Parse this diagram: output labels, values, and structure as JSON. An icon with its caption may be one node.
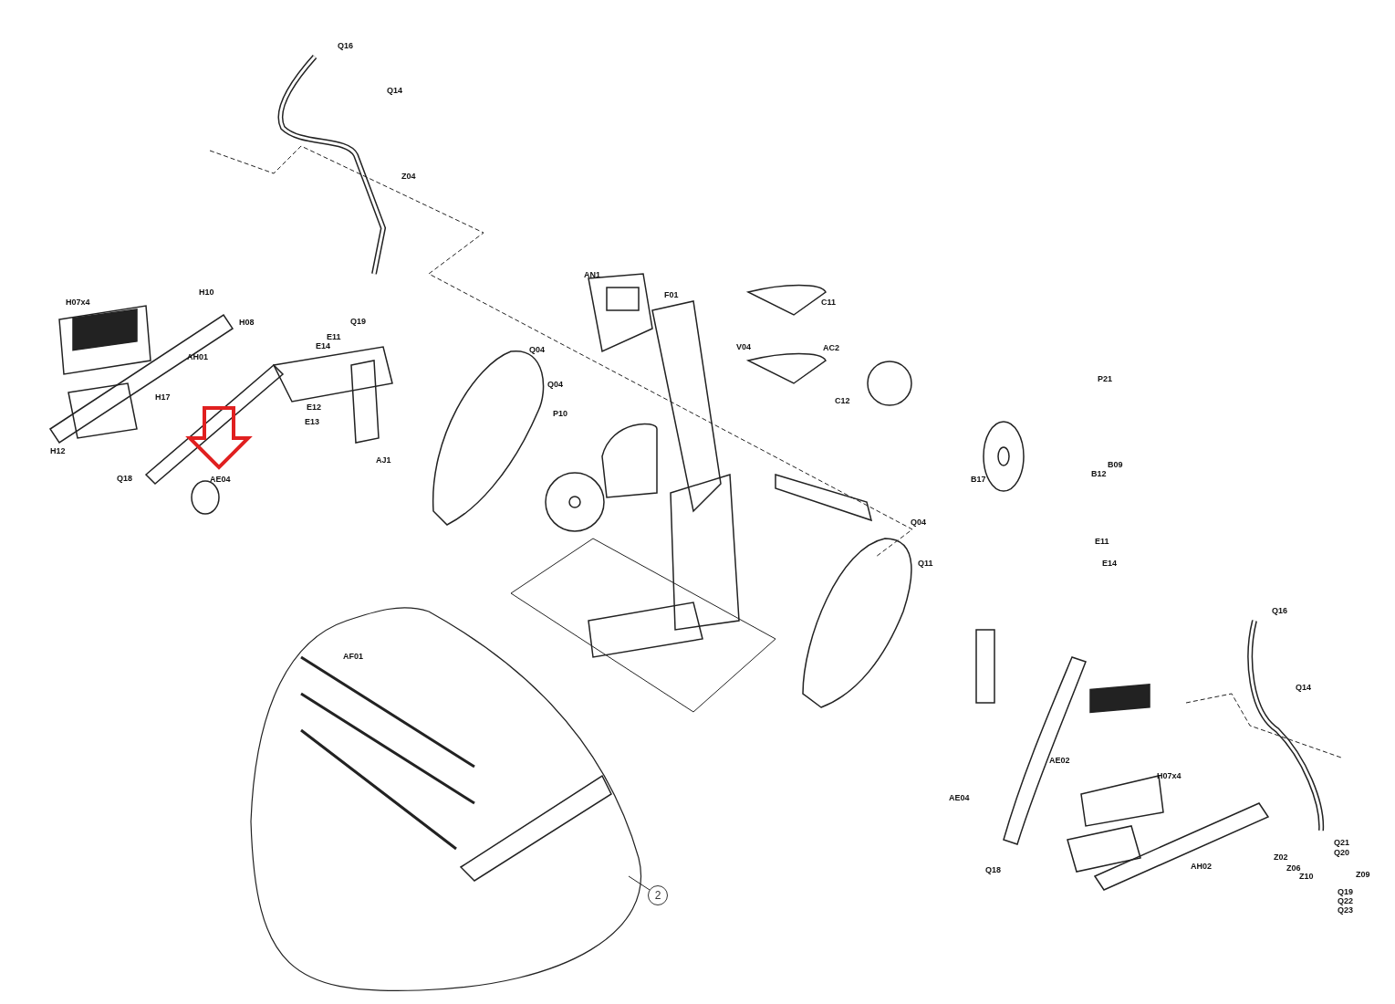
{
  "diagram": {
    "labels": [
      "Q16",
      "Q14",
      "Z04",
      "H10",
      "H07x4",
      "H08",
      "AH01",
      "H17",
      "H12",
      "Q18",
      "AE04",
      "E11",
      "E14",
      "E12",
      "E13",
      "Q19",
      "AJ1",
      "AN1",
      "F01",
      "C11",
      "V04",
      "AC2",
      "C12",
      "Q04",
      "Q04",
      "P10",
      "P21",
      "B12",
      "B09",
      "B17",
      "AF01",
      "2",
      "Q04",
      "Q11",
      "E11",
      "E14",
      "AE02",
      "AE04",
      "Q18",
      "H07x4",
      "AH02",
      "Q16",
      "Q14",
      "Z02",
      "Z06",
      "Z10",
      "Z09",
      "Q21",
      "Q20",
      "Q19",
      "Q22",
      "Q23"
    ]
  }
}
